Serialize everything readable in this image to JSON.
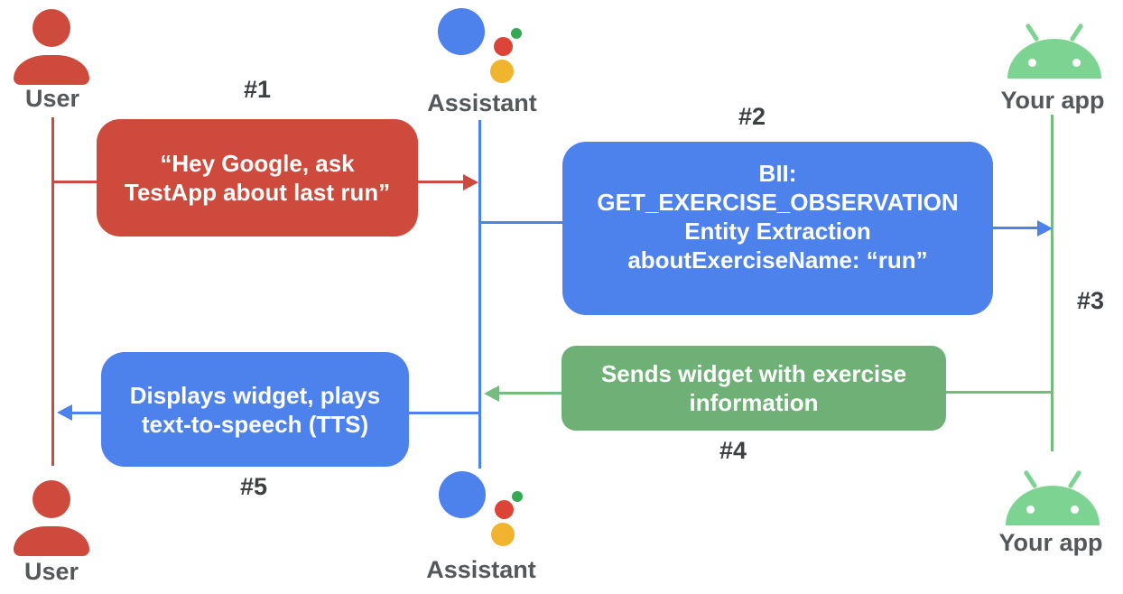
{
  "colors": {
    "red": "#CD4A3C",
    "blue": "#4D82EC",
    "green-line": "#76BB7F",
    "green-box": "#6FB077",
    "android-green": "#7DD492",
    "assistant-red": "#DB4437",
    "assistant-yellow": "#F0B42E",
    "assistant-green": "#34A853",
    "label-gray": "#54585B",
    "number-gray": "#3C4043"
  },
  "actors": {
    "user_top": "User",
    "assistant_top": "Assistant",
    "app_top": "Your app",
    "user_bottom": "User",
    "assistant_bottom": "Assistant",
    "app_bottom": "Your app"
  },
  "step_labels": {
    "s1": "#1",
    "s2": "#2",
    "s3": "#3",
    "s4": "#4",
    "s5": "#5"
  },
  "messages": {
    "user_query": {
      "lines": [
        "“Hey Google, ask",
        "TestApp about last run”"
      ]
    },
    "bii": {
      "lines": [
        "BII:",
        "GET_EXERCISE_OBSERVATION",
        "Entity Extraction",
        "aboutExerciseName: “run”"
      ]
    },
    "widget": {
      "lines": [
        "Sends widget with exercise",
        "information"
      ]
    },
    "display": {
      "lines": [
        "Displays widget, plays",
        "text-to-speech (TTS)"
      ]
    }
  }
}
